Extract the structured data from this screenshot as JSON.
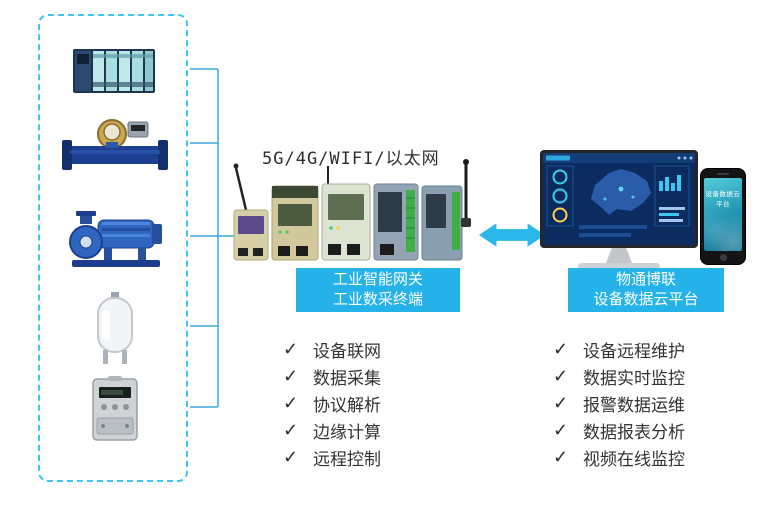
{
  "connectivity": {
    "label": "5G/4G/WIFI/以太网"
  },
  "gateway": {
    "label_line1": "工业智能网关",
    "label_line2": "工业数采终端",
    "features": [
      "设备联网",
      "数据采集",
      "协议解析",
      "边缘计算",
      "远程控制"
    ]
  },
  "cloud": {
    "label_line1": "物通博联",
    "label_line2": "设备数据云平台",
    "features": [
      "设备远程维护",
      "数据实时监控",
      "报警数据运维",
      "数据报表分析",
      "视频在线监控"
    ],
    "phone_screen_title": "设备数据云平台"
  },
  "icons": {
    "check": "✓",
    "devices": [
      "plc-icon",
      "flow-meter-icon",
      "pump-icon",
      "pressure-tank-icon",
      "energy-meter-icon"
    ]
  },
  "colors": {
    "accent_cyan": "#29b6e8",
    "dashed_border": "#3cc6f0",
    "label_box_bg": "#25b2e8",
    "body_text": "#333333",
    "monitor_screen": "#0c2c60"
  }
}
